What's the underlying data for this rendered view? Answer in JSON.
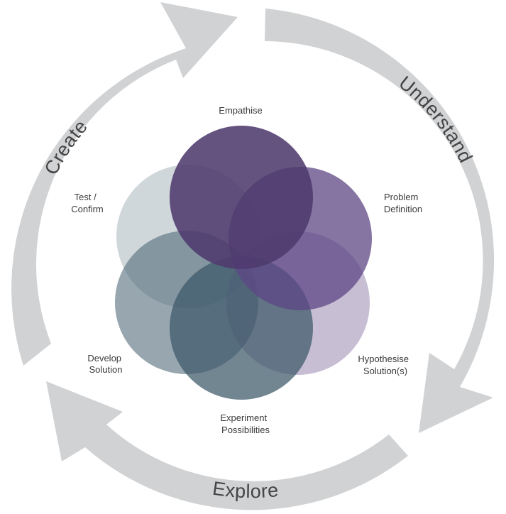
{
  "diagram": {
    "title": "Design thinking cycle",
    "phases": [
      {
        "id": "create",
        "label": "Create"
      },
      {
        "id": "understand",
        "label": "Understand"
      },
      {
        "id": "explore",
        "label": "Explore"
      }
    ],
    "stages": [
      {
        "id": "empathise",
        "lines": [
          "Empathise"
        ],
        "color": "#4f3a6d",
        "opacity": 0.88
      },
      {
        "id": "problem-definition",
        "lines": [
          "Problem",
          "Definition"
        ],
        "color": "#5e4584",
        "opacity": 0.75
      },
      {
        "id": "hypothesise-solutions",
        "lines": [
          "Hypothesise",
          "Solution(s)"
        ],
        "color": "#7a6398",
        "opacity": 0.42
      },
      {
        "id": "experiment-possibilities",
        "lines": [
          "Experiment",
          "Possibilities"
        ],
        "color": "#3c5868",
        "opacity": 0.72
      },
      {
        "id": "develop-solution",
        "lines": [
          "Develop",
          "Solution"
        ],
        "color": "#516a7a",
        "opacity": 0.6
      },
      {
        "id": "test-confirm",
        "lines": [
          "Test /",
          "Confirm"
        ],
        "color": "#8f9fa8",
        "opacity": 0.42
      }
    ],
    "colors": {
      "ring": "#d1d2d4",
      "text": "#3a3a3a"
    }
  }
}
